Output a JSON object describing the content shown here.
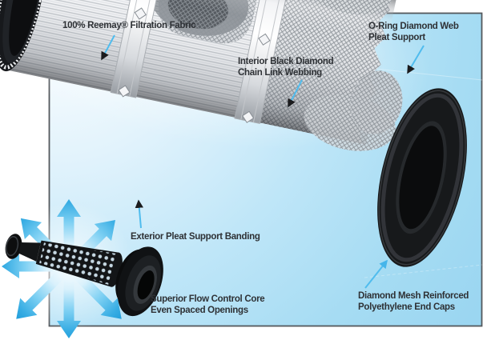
{
  "diagram": {
    "type": "product-callout-diagram",
    "subject": "Pleated filter cartridge cutaway with flow-core inset"
  },
  "callouts": {
    "filtration_fabric": {
      "label": "100% Reemay® Filtration Fabric"
    },
    "oring_support": {
      "line1": "O-Ring Diamond Web",
      "line2": "Pleat Support"
    },
    "interior_webbing": {
      "line1": "Interior Black Diamond",
      "line2": "Chain Link Webbing"
    },
    "exterior_banding": {
      "label": "Exterior Pleat Support Banding"
    },
    "flow_core": {
      "line1": "Superior Flow Control Core",
      "line2": "Even Spaced Openings"
    },
    "end_caps": {
      "line1": "Diamond Mesh Reinforced",
      "line2": "Polyethylene End Caps"
    }
  },
  "colors": {
    "background_blue": "#a6dcf3",
    "background_highlight": "#ffffff",
    "frame_border": "#54585c",
    "callout_line_blue": "#4fbcee",
    "flow_arrow_blue": "#2fa8e1",
    "end_cap_black": "#17191b",
    "fabric_white": "#f4f5f7",
    "mesh_gray": "#8b9197",
    "label_text": "#2e3135"
  }
}
